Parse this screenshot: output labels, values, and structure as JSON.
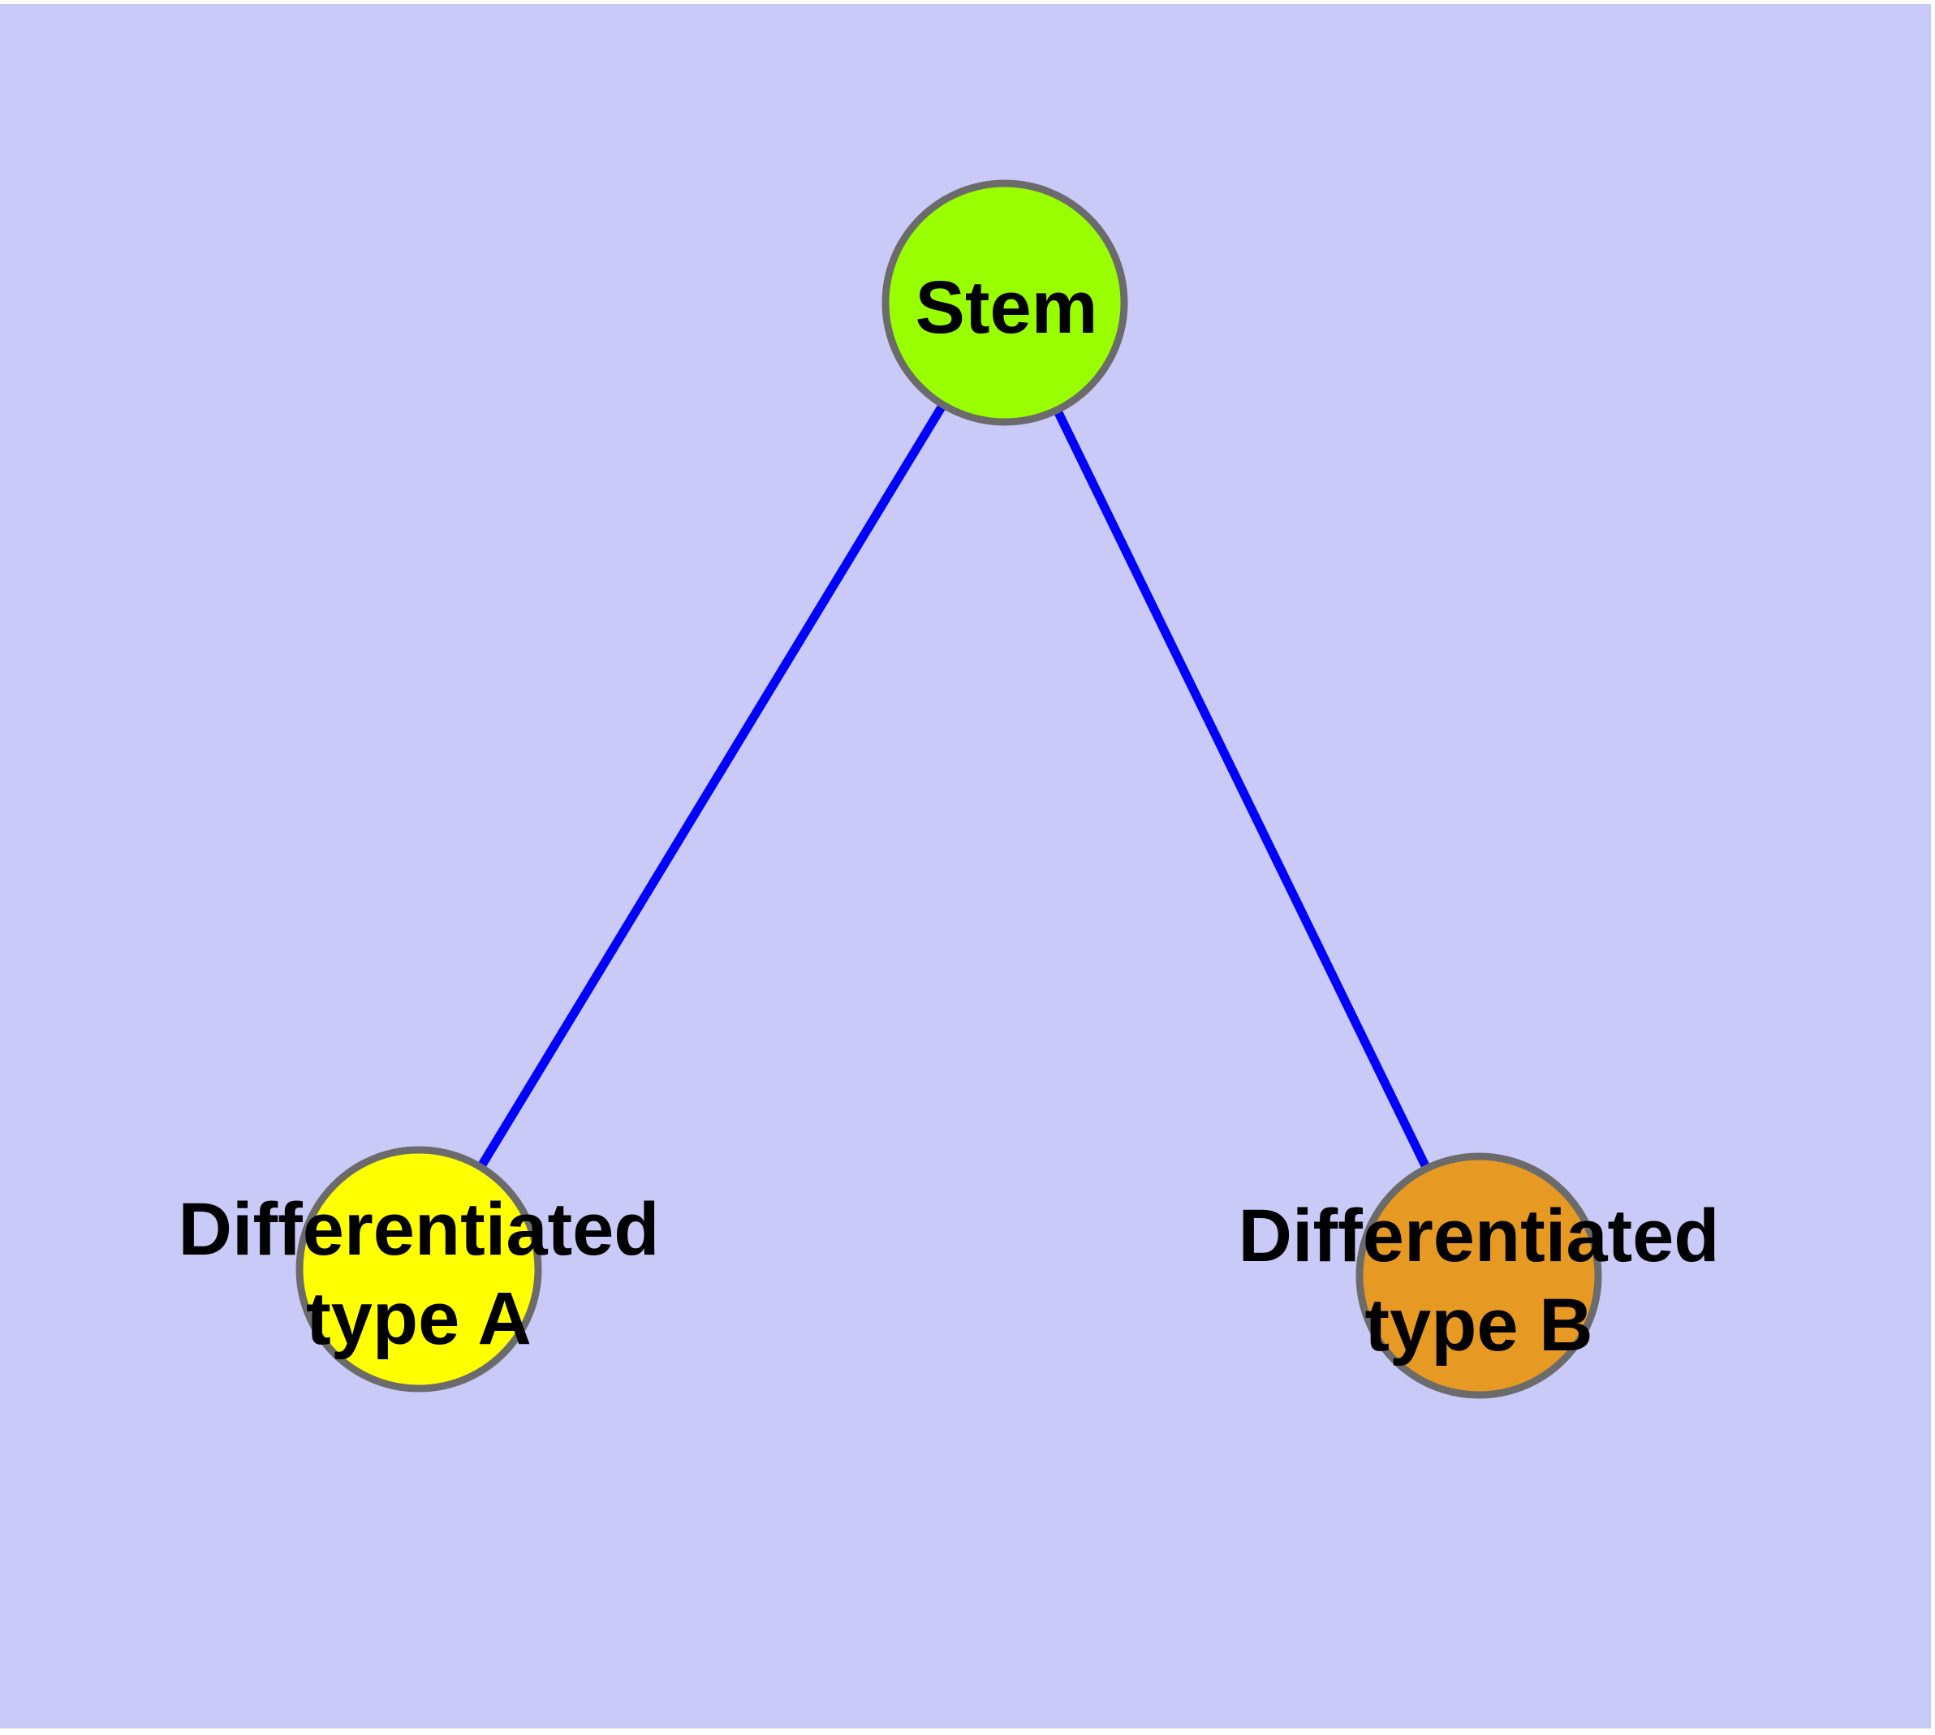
{
  "diagram": {
    "title": "",
    "background_color": "#CACAF8",
    "page_color": "#FFFFFF",
    "node_border_color": "#6B6B6B",
    "edge_color": "#0000FF",
    "label_color": "#000000",
    "nodes": [
      {
        "id": "stem",
        "label": "Stem",
        "label_lines": [
          "Stem"
        ],
        "fill": "#99FF00"
      },
      {
        "id": "differentiated-type-a",
        "label": "Differentiated type A",
        "label_lines": [
          "Differentiated",
          "type A"
        ],
        "fill": "#FFFF00"
      },
      {
        "id": "differentiated-type-b",
        "label": "Differentiated type B",
        "label_lines": [
          "Differentiated",
          "type B"
        ],
        "fill": "#E69A23"
      }
    ],
    "edges": [
      {
        "from": "stem",
        "to": "differentiated-type-a"
      },
      {
        "from": "stem",
        "to": "differentiated-type-b"
      }
    ]
  }
}
